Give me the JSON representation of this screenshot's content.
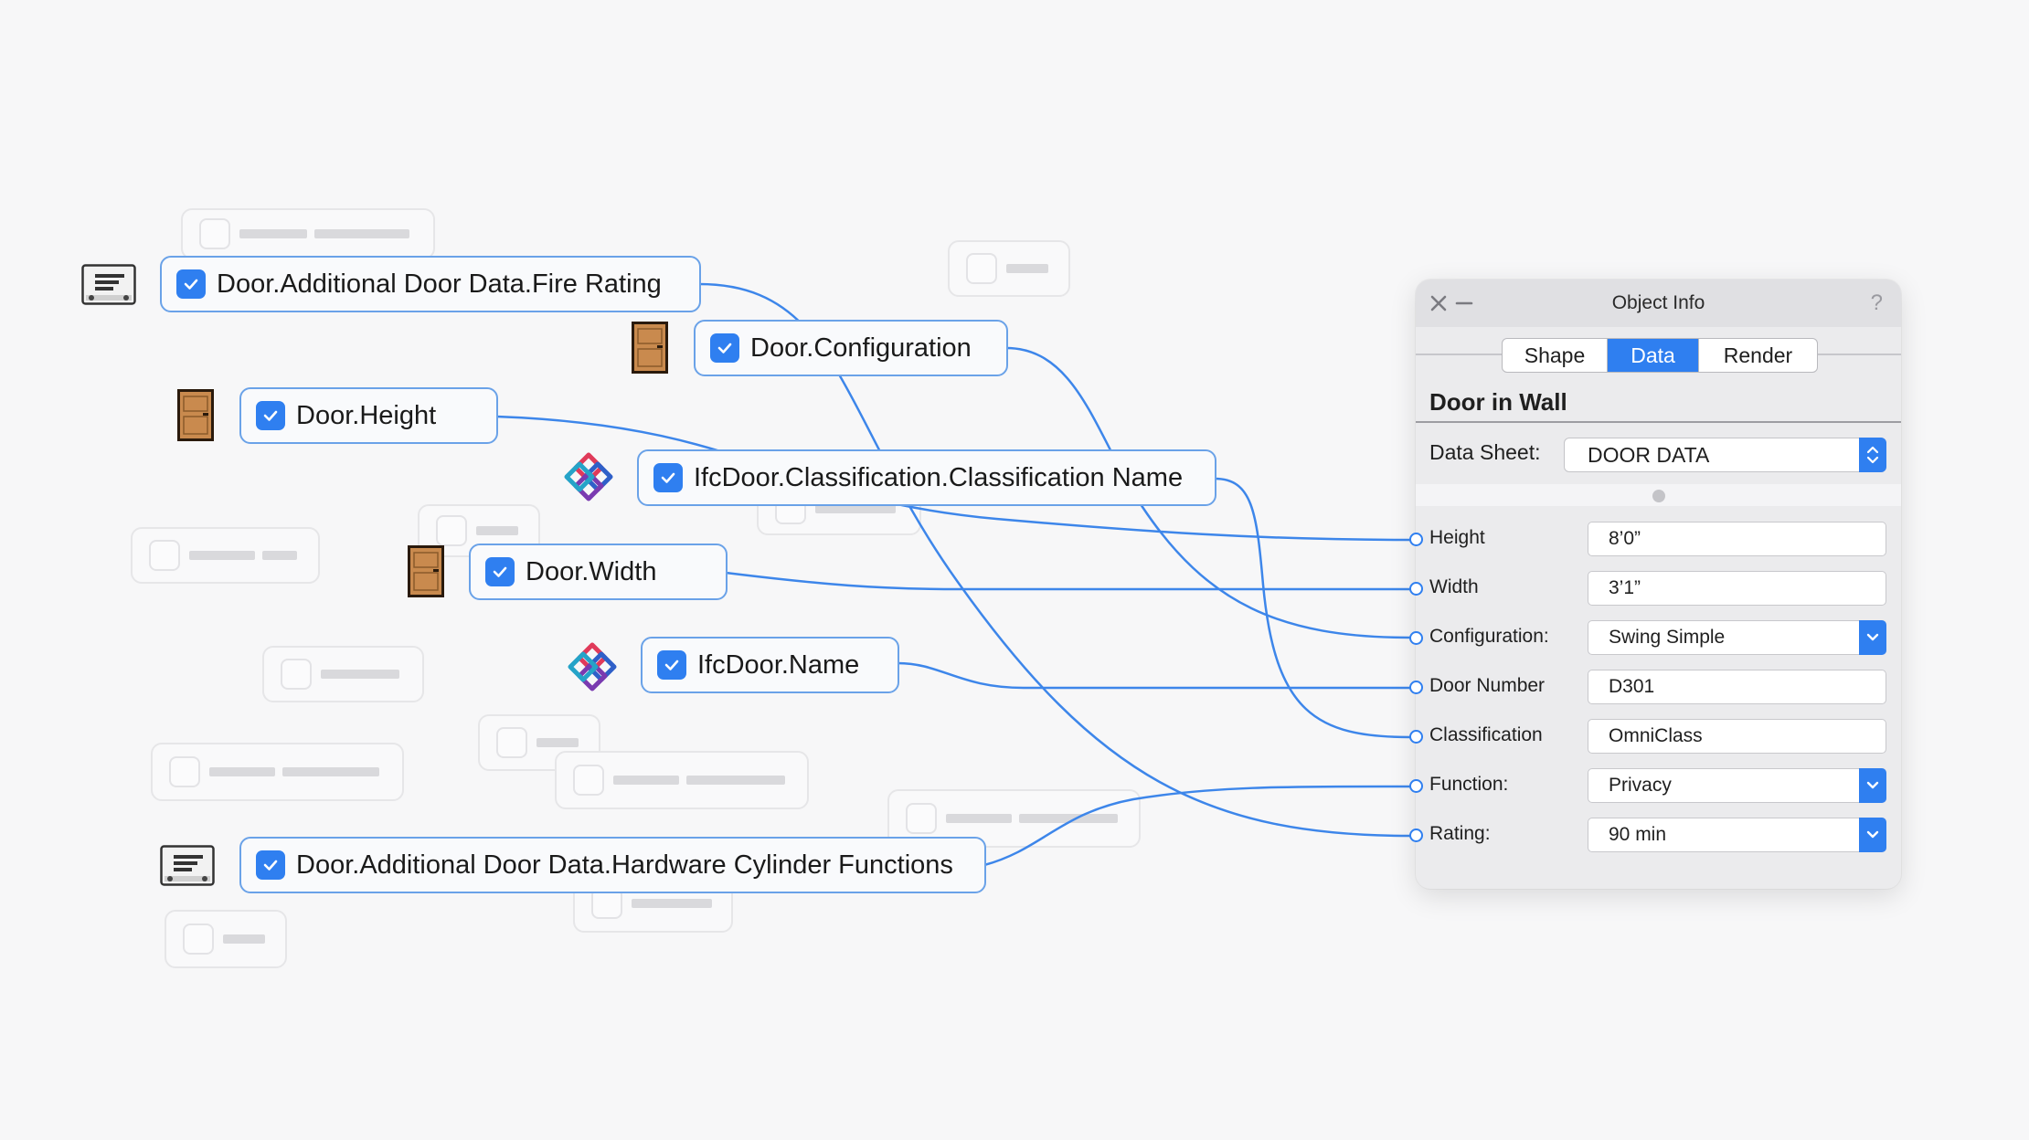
{
  "nodes": {
    "fire_rating": "Door.Additional Door Data.Fire Rating",
    "configuration": "Door.Configuration",
    "height": "Door.Height",
    "classification_name": "IfcDoor.Classification.Classification Name",
    "width": "Door.Width",
    "ifc_name": "IfcDoor.Name",
    "hardware": "Door.Additional Door Data.Hardware Cylinder Functions"
  },
  "panel": {
    "title": "Object Info",
    "help": "?",
    "tabs": [
      "Shape",
      "Data",
      "Render"
    ],
    "active_tab": "Data",
    "object_title": "Door in Wall",
    "data_sheet_label": "Data Sheet:",
    "data_sheet_value": "DOOR DATA",
    "rows": [
      {
        "label": "Height",
        "value": "8’0”",
        "dropdown": false
      },
      {
        "label": "Width",
        "value": "3’1”",
        "dropdown": false
      },
      {
        "label": "Configuration:",
        "value": "Swing Simple",
        "dropdown": true
      },
      {
        "label": "Door Number",
        "value": "D301",
        "dropdown": false
      },
      {
        "label": "Classification",
        "value": "OmniClass",
        "dropdown": false
      },
      {
        "label": "Function:",
        "value": "Privacy",
        "dropdown": true
      },
      {
        "label": "Rating:",
        "value": "90 min",
        "dropdown": true
      }
    ]
  },
  "colors": {
    "accent": "#2f7ff0",
    "node_border": "#6aa2e8",
    "wire": "#3d86ea",
    "background": "#f7f7f8",
    "door_wood": "#c98a4e"
  },
  "icons": {
    "checkbox": "checkbox-checked-icon",
    "data_record": "record-format-icon",
    "door": "door-icon",
    "ifc": "ifc-logo-icon",
    "close": "close-icon",
    "minimize": "minimize-icon",
    "dropdown": "chevron-down-icon",
    "stepper": "stepper-icon"
  }
}
